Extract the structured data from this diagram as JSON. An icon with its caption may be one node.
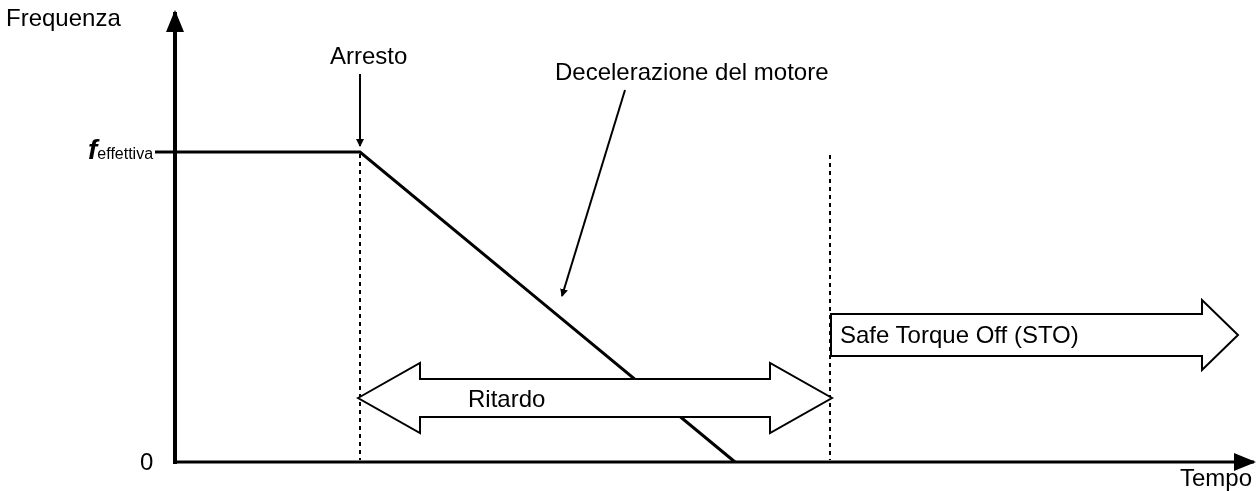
{
  "diagram": {
    "nodes": [
      {
        "text": [
          "Arresto"
        ]
      },
      {
        "text": [
          "Decelerazione del motore"
        ]
      },
      {
        "text": [
          "Ritardo"
        ]
      },
      {
        "text": [
          "Safe Torque Off (STO)"
        ]
      }
    ],
    "edges": [
      {
        "from": 0,
        "to": null,
        "arrow": "to"
      },
      {
        "from": 1,
        "to": null,
        "arrow": "to"
      }
    ],
    "labels": [
      "Frequenza",
      "**f**effettiva",
      "0",
      "Tempo"
    ]
  }
}
